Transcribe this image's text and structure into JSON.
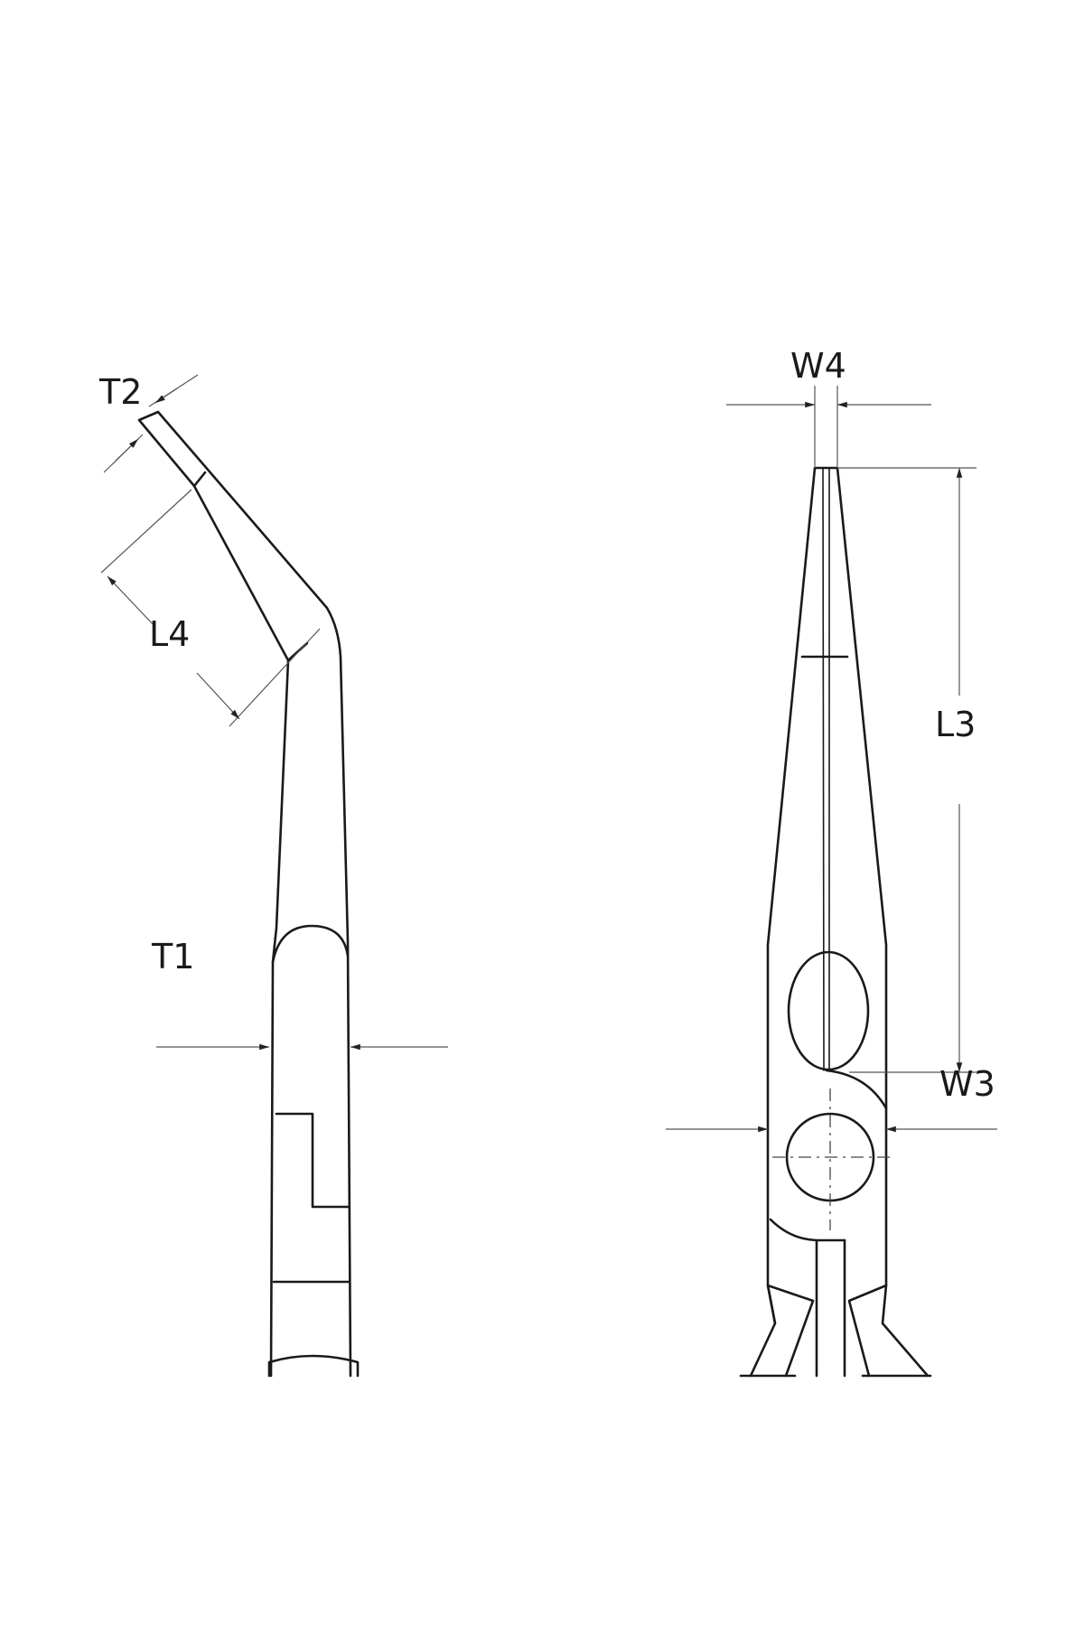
{
  "diagram": {
    "side_view": {
      "labels": {
        "t2": "T2",
        "l4": "L4",
        "t1": "T1"
      }
    },
    "front_view": {
      "labels": {
        "w4": "W4",
        "l3": "L3",
        "w3": "W3"
      }
    },
    "line_color": "#1a1a1a"
  }
}
